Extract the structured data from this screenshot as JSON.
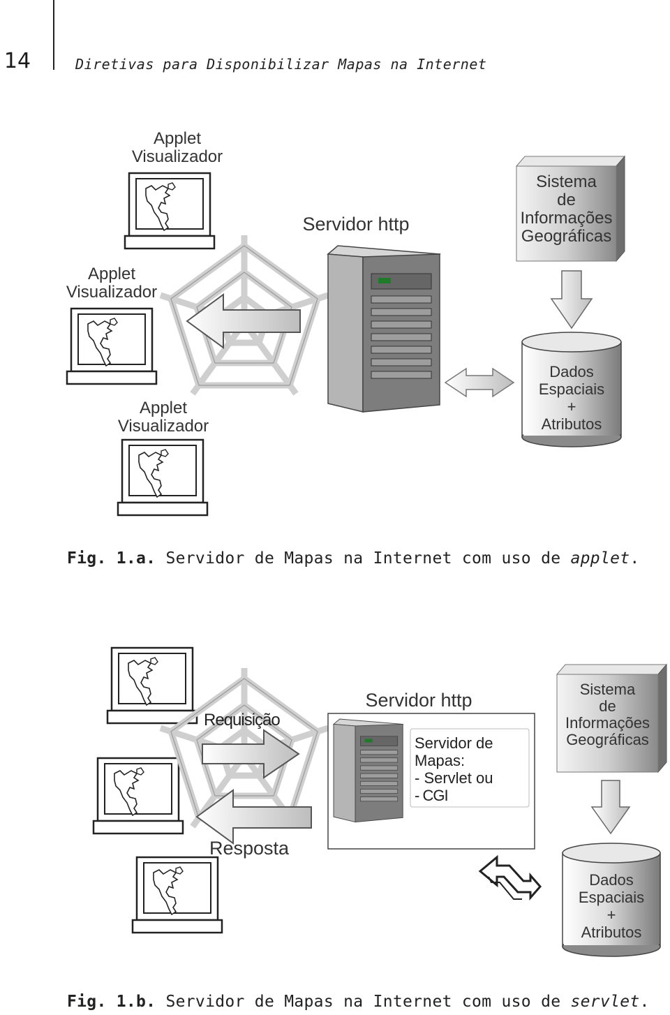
{
  "header": {
    "page_number": "14",
    "running_title": "Diretivas para Disponibilizar Mapas na Internet"
  },
  "figure_a": {
    "applet_label_top": [
      "Applet",
      "Visualizador"
    ],
    "applet_label_middle": [
      "Applet",
      "Visualizador"
    ],
    "applet_label_bottom": [
      "Applet",
      "Visualizador"
    ],
    "server_label": "Servidor  http",
    "sig_label": [
      "Sistema",
      "de",
      "Informações",
      "Geográficas"
    ],
    "db_label": [
      "Dados",
      "Espaciais",
      "+",
      "Atributos"
    ],
    "caption_prefix": "Fig. 1.a.",
    "caption_text": " Servidor de Mapas na Internet com uso de ",
    "caption_emph": "applet",
    "caption_end": "."
  },
  "figure_b": {
    "request_label": "Requisição",
    "response_label": "Resposta",
    "server_label": "Servidor  http",
    "map_server_lines": [
      "Servidor de",
      "Mapas:",
      "- Servlet ou",
      "- CGI"
    ],
    "sig_label": [
      "Sistema",
      "de",
      "Informações",
      "Geográficas"
    ],
    "db_label": [
      "Dados",
      "Espaciais",
      "+",
      "Atributos"
    ],
    "caption_prefix": "Fig. 1.b.",
    "caption_text": " Servidor de Mapas na Internet com uso de ",
    "caption_emph": "servlet",
    "caption_end": "."
  }
}
